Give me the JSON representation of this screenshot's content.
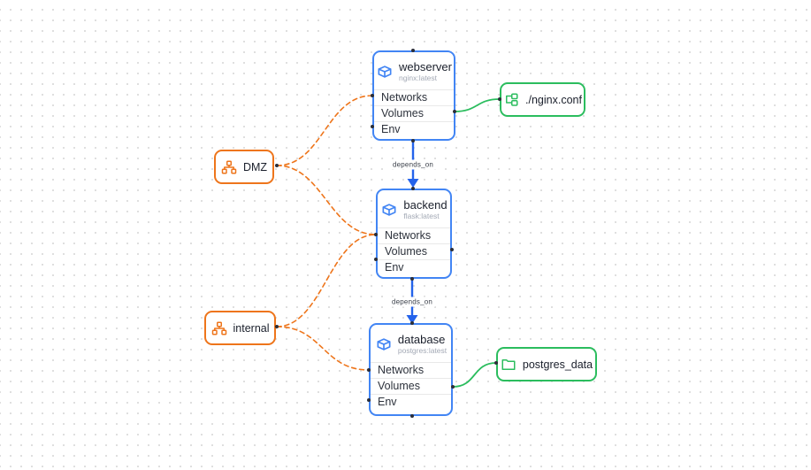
{
  "canvas": {
    "background_color": "#ffffff",
    "grid_dot_color": "#d9d9d9"
  },
  "colors": {
    "service_border_blue": "#4285f4",
    "depends_on_arrow_blue": "#2463eb",
    "network_orange": "#ee751b",
    "resource_green": "#2bbd5e"
  },
  "nodes": {
    "webserver": {
      "title": "webserver",
      "image": "nginx:latest",
      "icon": "package-icon",
      "rows": [
        "Networks",
        "Volumes",
        "Env"
      ]
    },
    "backend": {
      "title": "backend",
      "image": "flask:latest",
      "icon": "package-icon",
      "rows": [
        "Networks",
        "Volumes",
        "Env"
      ]
    },
    "database": {
      "title": "database",
      "image": "postgres:latest",
      "icon": "package-icon",
      "rows": [
        "Networks",
        "Volumes",
        "Env"
      ]
    },
    "dmz": {
      "label": "DMZ",
      "icon": "network-icon"
    },
    "internal": {
      "label": "internal",
      "icon": "network-icon"
    },
    "nginx_conf": {
      "label": "./nginx.conf",
      "icon": "file-tree-icon"
    },
    "postgres_data": {
      "label": "postgres_data",
      "icon": "folder-icon"
    }
  },
  "edges": {
    "depends_on_label": "depends_on",
    "connections": [
      {
        "from": "DMZ",
        "to": "webserver.Networks",
        "type": "network",
        "style": "dashed-orange"
      },
      {
        "from": "DMZ",
        "to": "backend.Networks",
        "type": "network",
        "style": "dashed-orange"
      },
      {
        "from": "internal",
        "to": "backend.Networks",
        "type": "network",
        "style": "dashed-orange"
      },
      {
        "from": "internal",
        "to": "database.Networks",
        "type": "network",
        "style": "dashed-orange"
      },
      {
        "from": "webserver.Volumes",
        "to": "./nginx.conf",
        "type": "volume",
        "style": "solid-green"
      },
      {
        "from": "database.Volumes",
        "to": "postgres_data",
        "type": "volume",
        "style": "solid-green"
      },
      {
        "from": "webserver",
        "to": "backend",
        "type": "depends_on",
        "style": "solid-blue-arrow"
      },
      {
        "from": "backend",
        "to": "database",
        "type": "depends_on",
        "style": "solid-blue-arrow"
      }
    ]
  }
}
